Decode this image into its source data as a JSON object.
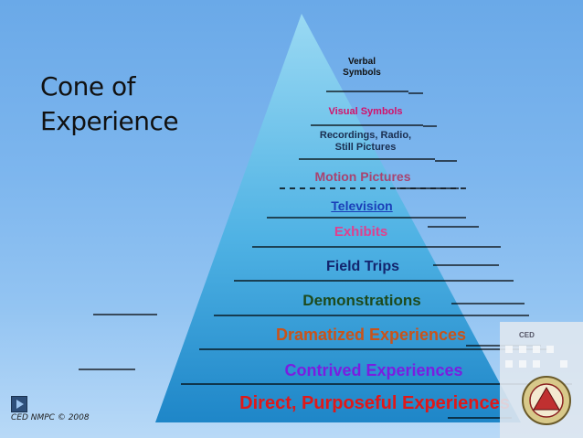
{
  "title_lines": [
    "Cone of",
    "Experience"
  ],
  "levels": [
    {
      "lines": [
        "Verbal",
        "Symbols"
      ],
      "color": "#111111"
    },
    {
      "lines": [
        "Visual Symbols"
      ],
      "color": "#d4106a"
    },
    {
      "lines": [
        "Recordings, Radio,",
        "Still Pictures"
      ],
      "color": "#1a2e50"
    },
    {
      "lines": [
        "Motion Pictures"
      ],
      "color": "#a84470"
    },
    {
      "lines": [
        "Television"
      ],
      "color": "#1a3fb8",
      "underline": true
    },
    {
      "lines": [
        "Exhibits"
      ],
      "color": "#e0408e"
    },
    {
      "lines": [
        "Field Trips"
      ],
      "color": "#13256e"
    },
    {
      "lines": [
        "Demonstrations"
      ],
      "color": "#1d4a1d"
    },
    {
      "lines": [
        "Dramatized Experiences"
      ],
      "color": "#c9531a"
    },
    {
      "lines": [
        "Contrived Experiences"
      ],
      "color": "#7a1ee0"
    },
    {
      "lines": [
        "Direct, Purposeful Experiences"
      ],
      "color": "#e01818"
    }
  ],
  "footer": "CED NMPC © 2008",
  "logo_text": "CED",
  "colors": {
    "cone_top": "#8fd6f2",
    "cone_bottom": "#1e86c8",
    "background": "#7db6ee"
  }
}
